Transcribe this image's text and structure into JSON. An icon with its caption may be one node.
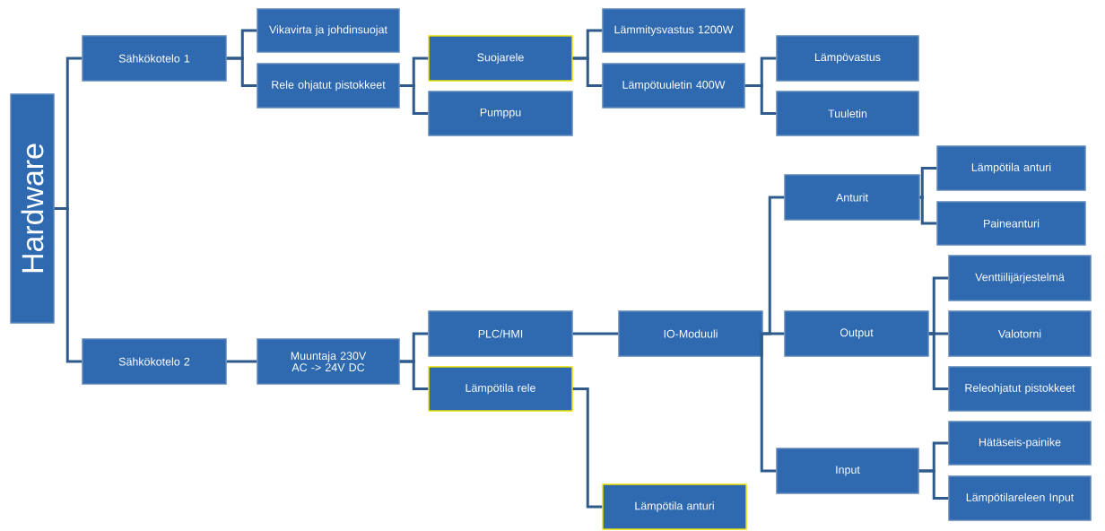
{
  "diagram": {
    "nodes": [
      {
        "text": [
          "Hardware"
        ]
      },
      {
        "text": [
          "Sähkökotelo 1"
        ]
      },
      {
        "text": [
          "Sähkökotelo 2"
        ]
      },
      {
        "text": [
          "Vikavirta ja johdinsuojat"
        ]
      },
      {
        "text": [
          "Rele ohjatut pistokkeet"
        ]
      },
      {
        "text": [
          "Suojarele"
        ]
      },
      {
        "text": [
          "Pumppu"
        ]
      },
      {
        "text": [
          "Lämmitysvastus 1200W"
        ]
      },
      {
        "text": [
          "Lämpötuuletin 400W"
        ]
      },
      {
        "text": [
          "Lämpövastus"
        ]
      },
      {
        "text": [
          "Tuuletin"
        ]
      },
      {
        "text": [
          "Muuntaja 230V AC -> 24V DC"
        ]
      },
      {
        "text": [
          "PLC/HMI"
        ]
      },
      {
        "text": [
          "Lämpötila rele"
        ]
      },
      {
        "text": [
          "Lämpötila anturi"
        ]
      },
      {
        "text": [
          "IO-Moduuli"
        ]
      },
      {
        "text": [
          "Anturit"
        ]
      },
      {
        "text": [
          "Output"
        ]
      },
      {
        "text": [
          "Input"
        ]
      },
      {
        "text": [
          "Lämpötila anturi"
        ]
      },
      {
        "text": [
          "Paineanturi"
        ]
      },
      {
        "text": [
          "Venttiilijärjestelmä"
        ]
      },
      {
        "text": [
          "Valotorni"
        ]
      },
      {
        "text": [
          "Releohjatut pistokkeet"
        ]
      },
      {
        "text": [
          "Hätäseis-painike"
        ]
      },
      {
        "text": [
          "Lämpötilareleen Input"
        ]
      }
    ],
    "edges": [
      {
        "from": 0,
        "to": 1,
        "arrow": "none"
      },
      {
        "from": 0,
        "to": 2,
        "arrow": "none"
      },
      {
        "from": 1,
        "to": 3,
        "arrow": "none"
      },
      {
        "from": 1,
        "to": 4,
        "arrow": "none"
      },
      {
        "from": 4,
        "to": 5,
        "arrow": "none"
      },
      {
        "from": 4,
        "to": 6,
        "arrow": "none"
      },
      {
        "from": 5,
        "to": 7,
        "arrow": "none"
      },
      {
        "from": 5,
        "to": 8,
        "arrow": "none"
      },
      {
        "from": 8,
        "to": 9,
        "arrow": "none"
      },
      {
        "from": 8,
        "to": 10,
        "arrow": "none"
      },
      {
        "from": 2,
        "to": 11,
        "arrow": "none"
      },
      {
        "from": 11,
        "to": 12,
        "arrow": "none"
      },
      {
        "from": 11,
        "to": 13,
        "arrow": "none"
      },
      {
        "from": 13,
        "to": 14,
        "arrow": "none"
      },
      {
        "from": 12,
        "to": 15,
        "arrow": "none"
      },
      {
        "from": 15,
        "to": 16,
        "arrow": "none"
      },
      {
        "from": 15,
        "to": 17,
        "arrow": "none"
      },
      {
        "from": 15,
        "to": 18,
        "arrow": "none"
      },
      {
        "from": 16,
        "to": 19,
        "arrow": "none"
      },
      {
        "from": 16,
        "to": 20,
        "arrow": "none"
      },
      {
        "from": 17,
        "to": 21,
        "arrow": "none"
      },
      {
        "from": 17,
        "to": 22,
        "arrow": "none"
      },
      {
        "from": 17,
        "to": 23,
        "arrow": "none"
      },
      {
        "from": 18,
        "to": 24,
        "arrow": "none"
      },
      {
        "from": 18,
        "to": 25,
        "arrow": "none"
      }
    ]
  }
}
